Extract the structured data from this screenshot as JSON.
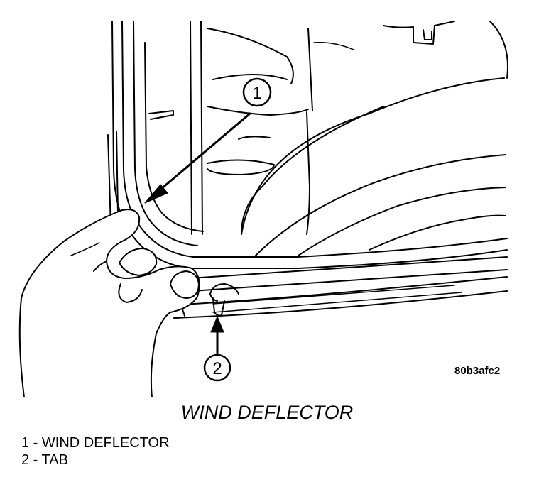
{
  "figure": {
    "id_code": "80b3afc2",
    "title": "WIND DEFLECTOR",
    "callouts": [
      {
        "number": "1"
      },
      {
        "number": "2"
      }
    ],
    "legend": [
      {
        "number": "1",
        "label": "1 - WIND DEFLECTOR"
      },
      {
        "number": "2",
        "label": "2 - TAB"
      }
    ]
  }
}
